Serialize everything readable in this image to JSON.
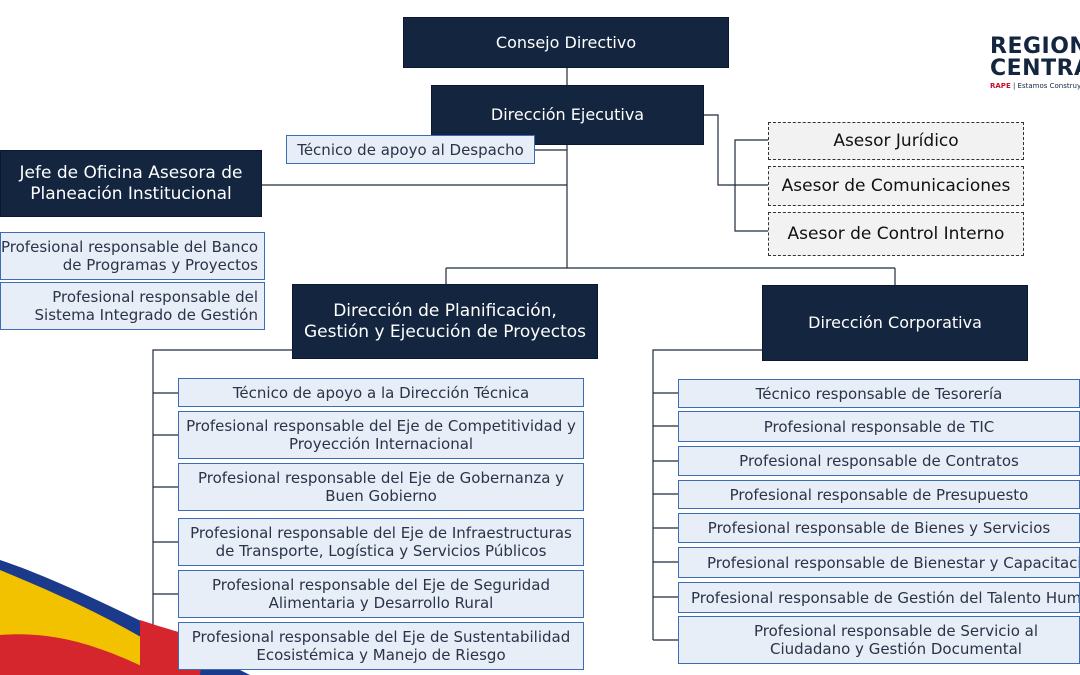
{
  "colors": {
    "dark_box": "#14253f",
    "light_box": "#e8eef8",
    "light_border": "#3a6db3",
    "line": "#1f2a3c"
  },
  "logo": {
    "line1": "REGIÓN",
    "line2": "CENTRA",
    "tag_rape": "RAPE",
    "tag_text": "| Estamos Construyendo"
  },
  "top": {
    "consejo": "Consejo Directivo",
    "direccion_ejecutiva": "Dirección Ejecutiva",
    "tecnico_despacho": "Técnico de apoyo al Despacho",
    "jefe_oficina": "Jefe de Oficina Asesora de Planeación Institucional"
  },
  "asesores": [
    "Asesor Jurídico",
    "Asesor de Comunicaciones",
    "Asesor de Control Interno"
  ],
  "planeacion_staff": [
    "Profesional responsable del Banco de Programas y Proyectos",
    "Profesional responsable del Sistema Integrado de Gestión"
  ],
  "planificacion": {
    "title": "Dirección de Planificación, Gestión y Ejecución de Proyectos",
    "items": [
      "Técnico de apoyo a la Dirección Técnica",
      "Profesional responsable del Eje de Competitividad y Proyección Internacional",
      "Profesional responsable del Eje de Gobernanza y Buen Gobierno",
      "Profesional responsable del Eje de Infraestructuras de Transporte, Logística y Servicios Públicos",
      "Profesional responsable del Eje de Seguridad Alimentaria y Desarrollo Rural",
      "Profesional responsable del Eje de Sustentabilidad Ecosistémica y Manejo de Riesgo"
    ]
  },
  "corporativa": {
    "title": "Dirección Corporativa",
    "items": [
      "Técnico responsable de Tesorería",
      "Profesional responsable de TIC",
      "Profesional responsable de Contratos",
      "Profesional responsable de Presupuesto",
      "Profesional responsable de Bienes y Servicios",
      "Profesional responsable de Bienestar y Capacitación",
      "Profesional responsable de Gestión del Talento Humano",
      "Profesional responsable de Servicio al Ciudadano y Gestión Documental"
    ]
  }
}
